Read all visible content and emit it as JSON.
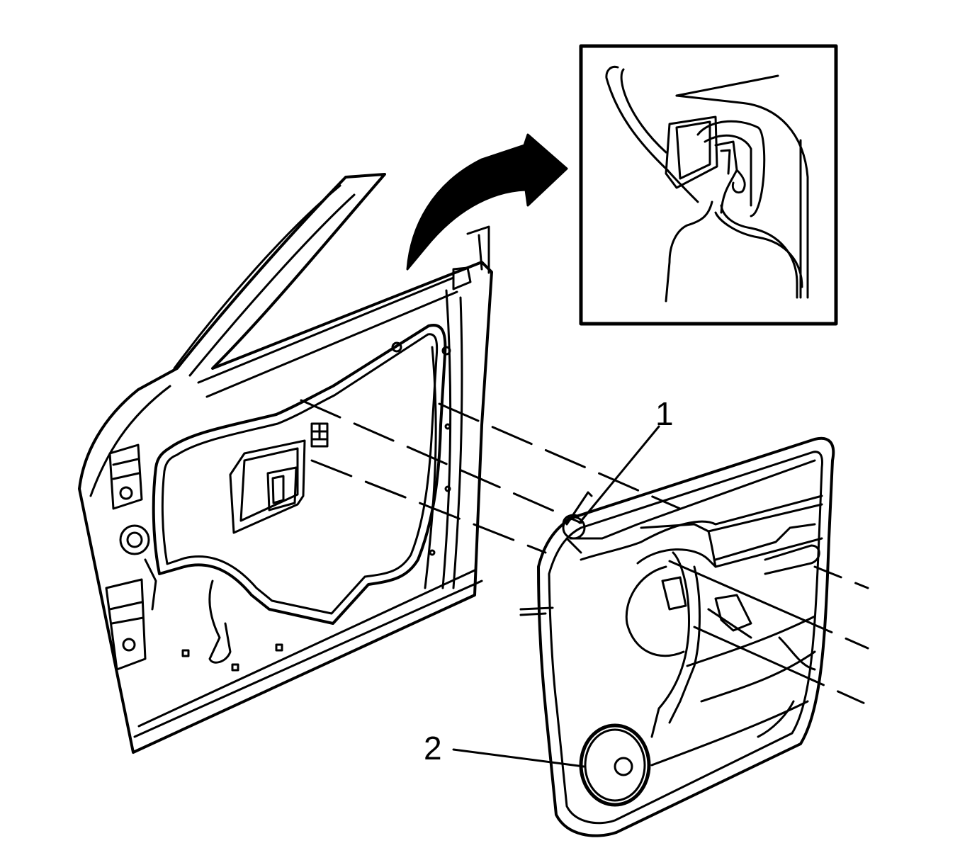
{
  "figure": {
    "callouts": [
      {
        "id": "1",
        "label": "1"
      },
      {
        "id": "2",
        "label": "2"
      }
    ],
    "colors": {
      "ink": "#000000",
      "paper": "#ffffff"
    }
  }
}
